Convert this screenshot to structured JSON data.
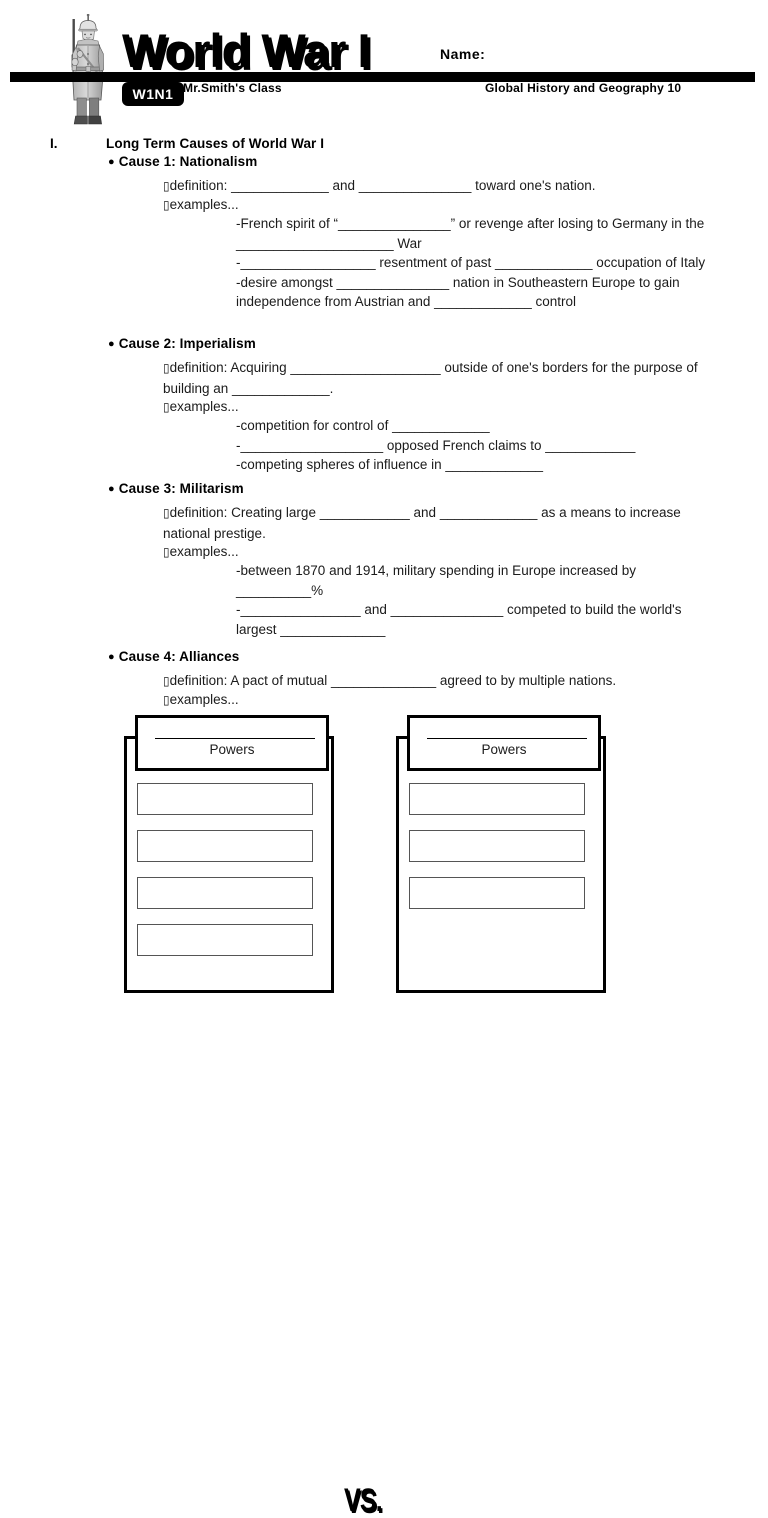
{
  "header": {
    "title": "World War I",
    "name_label": "Name:",
    "code_badge": "W1N1",
    "class_label": "Mr.Smith's Class",
    "course_label": "Global History and Geography 10",
    "soldier_icon": "wwi-german-soldier-icon"
  },
  "section": {
    "numeral": "I.",
    "title": "Long Term Causes of World War I"
  },
  "bullet_glyph": "●",
  "wingding_glyph": "▯",
  "causes": [
    {
      "heading": "Cause 1: Nationalism",
      "definition": "definition: _____________ and _______________ toward one's nation.",
      "examples_label": "examples...",
      "examples": [
        "-French spirit of “_______________” or revenge after losing to Germany in the _____________________ War",
        "-__________________ resentment of past _____________ occupation of Italy",
        "-desire amongst _______________ nation in Southeastern Europe to gain independence from Austrian and _____________ control"
      ]
    },
    {
      "heading": "Cause 2: Imperialism",
      "definition": "definition: Acquiring ____________________ outside of one's borders for the purpose of building an _____________.",
      "examples_label": "examples...",
      "examples": [
        "-competition for control of _____________",
        "-___________________ opposed French claims to ____________",
        "-competing spheres of influence in _____________"
      ]
    },
    {
      "heading": "Cause 3: Militarism",
      "definition": "definition: Creating large ____________ and _____________ as a means to increase national prestige.",
      "examples_label": "examples...",
      "examples": [
        "-between 1870 and 1914, military spending in Europe increased by __________%",
        "-________________ and _______________ competed to build the world's largest ______________"
      ]
    },
    {
      "heading": "Cause 4: Alliances",
      "definition": "definition: A pact of mutual ______________ agreed to by multiple nations.",
      "examples_label": "examples...",
      "examples": []
    }
  ],
  "diagram": {
    "vs_label": "VS.",
    "left": {
      "header_label": "Powers",
      "slot_count": 4
    },
    "right": {
      "header_label": "Powers",
      "slot_count": 3
    }
  }
}
